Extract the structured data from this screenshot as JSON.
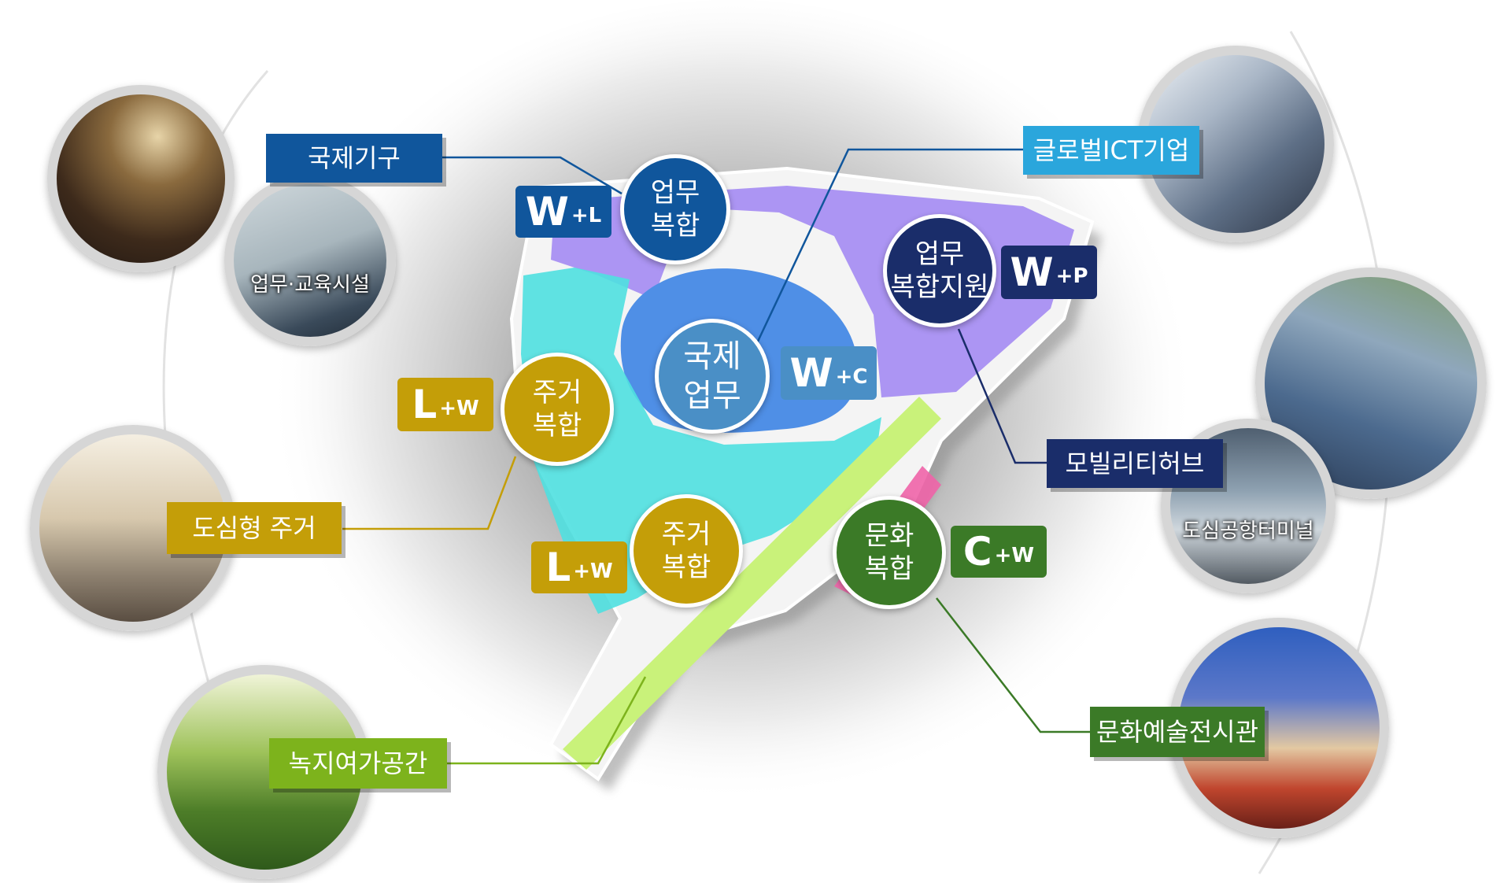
{
  "labels": {
    "intl_org": "국제기구",
    "edu_facility": "업무·교육시설",
    "urban_housing": "도심형 주거",
    "green_leisure": "녹지여가공간",
    "global_ict": "글로벌ICT기업",
    "mobility_hub": "모빌리티허브",
    "airport_terminal": "도심공항터미널",
    "arts_hall": "문화예술전시관"
  },
  "zones": {
    "biz_complex": [
      "업무",
      "복합"
    ],
    "biz_support": [
      "업무",
      "복합지원"
    ],
    "intl_business": [
      "국제",
      "업무"
    ],
    "residential_upper": [
      "주거",
      "복합"
    ],
    "residential_lower": [
      "주거",
      "복합"
    ],
    "culture_complex": [
      "문화",
      "복합"
    ]
  },
  "codes": {
    "wl": {
      "main": "W",
      "sub": "+L"
    },
    "wp": {
      "main": "W",
      "sub": "+P"
    },
    "wc": {
      "main": "W",
      "sub": "+C"
    },
    "lw_upper": {
      "main": "L",
      "sub": "+W"
    },
    "lw_lower": {
      "main": "L",
      "sub": "+W"
    },
    "cw": {
      "main": "C",
      "sub": "+W"
    }
  },
  "colors": {
    "navy": "#10569c",
    "dark_navy": "#1a2d6a",
    "sky": "#2aa6dc",
    "gold": "#c49e08",
    "green_label": "#7db31c",
    "dark_green": "#3b7a27",
    "purple_zone": "#a58cf2",
    "cyan_zone": "#4fe0e0",
    "blue_zone": "#4f8fe6",
    "lime_zone": "#c9f27a",
    "pink_zone": "#f064a8"
  }
}
